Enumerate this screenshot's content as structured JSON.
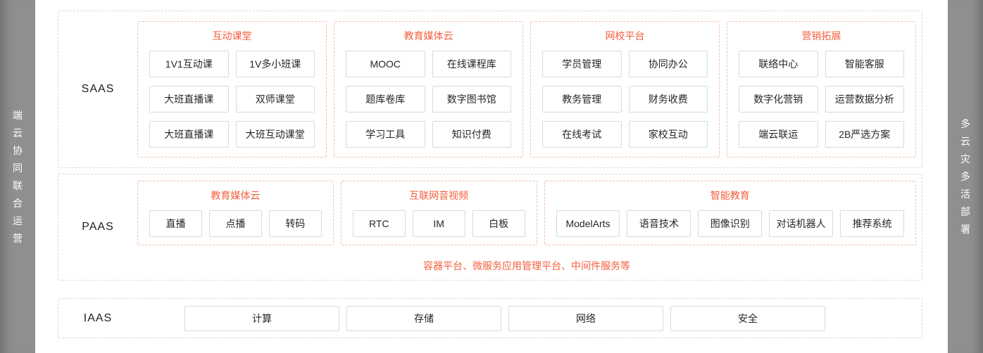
{
  "colors": {
    "accent": "#f55e3d",
    "group_border": "#f2bfa4",
    "layer_border": "#d9d9d9",
    "rail_bg": "#8f8f8f",
    "button_border": "#d9d9d9",
    "text": "#262626"
  },
  "left_rail": {
    "chars": [
      "端",
      "云",
      "协",
      "同",
      "联",
      "合",
      "运",
      "营"
    ]
  },
  "right_rail": {
    "chars": [
      "多",
      "云",
      "灾",
      "多",
      "活",
      "部",
      "署"
    ]
  },
  "saas": {
    "label": "SAAS",
    "groups": [
      {
        "title": "互动课堂",
        "items": [
          "1V1互动课",
          "1V多小班课",
          "大班直播课",
          "双师课堂",
          "大班直播课",
          "大班互动课堂"
        ]
      },
      {
        "title": "教育媒体云",
        "items": [
          "MOOC",
          "在线课程库",
          "题库卷库",
          "数字图书馆",
          "学习工具",
          "知识付费"
        ]
      },
      {
        "title": "网校平台",
        "items": [
          "学员管理",
          "协同办公",
          "教务管理",
          "财务收费",
          "在线考试",
          "家校互动"
        ]
      },
      {
        "title": "营销拓展",
        "items": [
          "联络中心",
          "智能客服",
          "数字化营销",
          "运营数据分析",
          "端云联运",
          "2B严选方案"
        ]
      }
    ]
  },
  "paas": {
    "label": "PAAS",
    "groups": [
      {
        "title": "教育媒体云",
        "items": [
          "直播",
          "点播",
          "转码"
        ]
      },
      {
        "title": "互联网音视频",
        "items": [
          "RTC",
          "IM",
          "白板"
        ]
      },
      {
        "title": "智能教育",
        "items": [
          "ModelArts",
          "语音技术",
          "图像识别",
          "对话机器人",
          "推荐系统"
        ]
      }
    ],
    "note": "容器平台、微服务应用管理平台、中间件服务等"
  },
  "iaas": {
    "label": "IAAS",
    "items": [
      "计算",
      "存储",
      "网络",
      "安全"
    ]
  }
}
